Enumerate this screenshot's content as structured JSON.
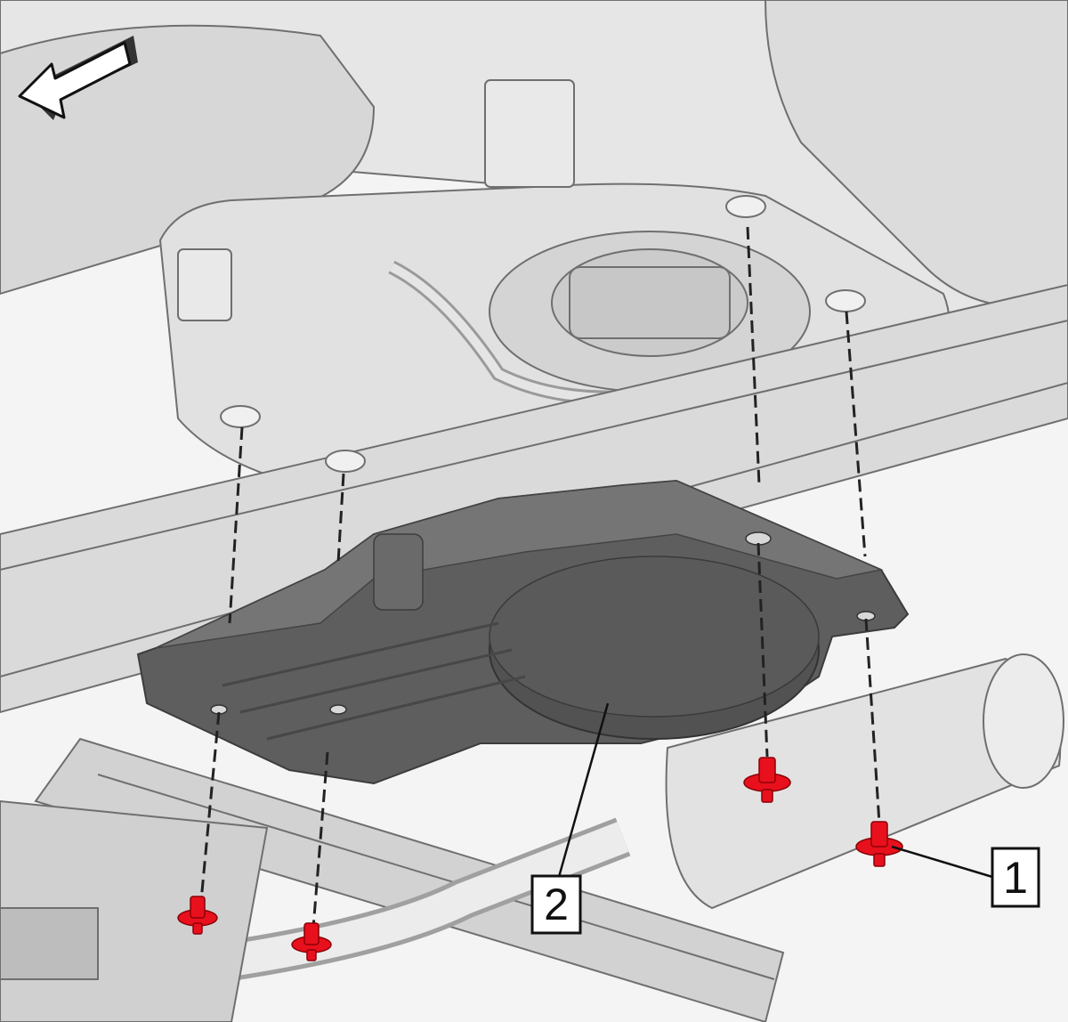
{
  "callouts": [
    {
      "id": "1",
      "label": "1"
    },
    {
      "id": "2",
      "label": "2"
    }
  ],
  "colors": {
    "fastener": "#e8101c",
    "shield": "#5e5e5e",
    "vehicle_body": "#d9d9d9",
    "background": "#f4f4f4"
  },
  "icons": {
    "direction_arrow": "arrow-left-icon",
    "fastener": "push-pin-retainer-icon"
  }
}
